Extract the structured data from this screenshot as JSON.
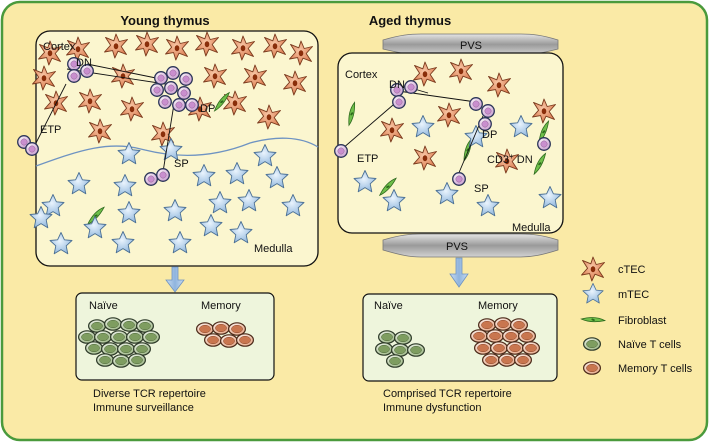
{
  "colors": {
    "frame_border": "#4a9a3c",
    "frame_fill": "#faeaa6",
    "thymus_fill": "#fbf6cf",
    "panel_fill": "#eef5dc",
    "ctec": "#e58a5c",
    "mtec": "#a8cbe8",
    "fibroblast": "#5aa53e",
    "naive": "#6d8f52",
    "memory": "#c9764f",
    "arrow": "#a9c7e6"
  },
  "icons": [
    "ctec-cell-icon",
    "mtec-cell-icon",
    "fibroblast-icon",
    "naive-t-cell-icon",
    "memory-t-cell-icon",
    "down-arrow-icon"
  ],
  "young": {
    "title": "Young thymus",
    "cortex": "Cortex",
    "dn": "DN",
    "dp": "DP",
    "etp": "ETP",
    "sp": "SP",
    "medulla": "Medulla",
    "naive": "Naïve",
    "memory": "Memory",
    "caption1": "Diverse TCR repertoire",
    "caption2": "Immune surveillance"
  },
  "aged": {
    "title": "Aged thymus",
    "pvs_top": "PVS",
    "pvs_bottom": "PVS",
    "cortex": "Cortex",
    "dn": "DN",
    "dp": "DP",
    "etp": "ETP",
    "cd3": "CD3",
    "cd3_sup": "+",
    "cd3_dn": " DN",
    "sp": "SP",
    "medulla": "Medulla",
    "naive": "Naïve",
    "memory": "Memory",
    "caption1": "Comprised TCR repertoire",
    "caption2": "Immune dysfunction"
  },
  "legend": [
    "cTEC",
    "mTEC",
    "Fibroblast",
    "Naïve T cells",
    "Memory T cells"
  ]
}
